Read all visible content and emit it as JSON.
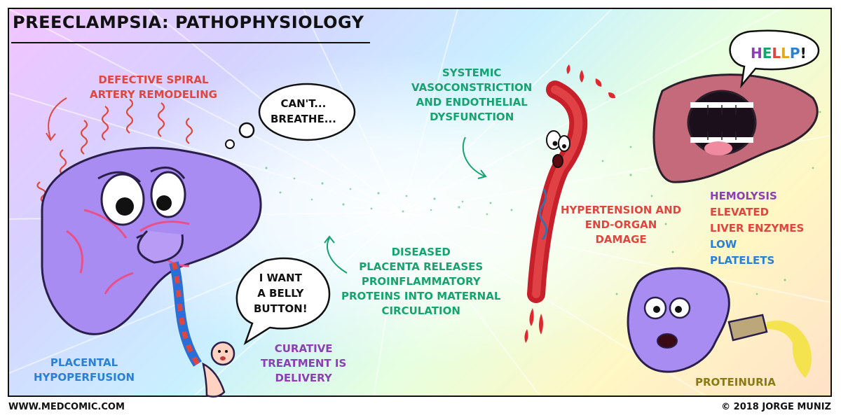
{
  "title": "PREECLAMPSIA: PATHOPHYSIOLOGY",
  "labels": {
    "spiral_artery": [
      "DEFECTIVE SPIRAL",
      "ARTERY REMODELING"
    ],
    "vasoconstriction": [
      "SYSTEMIC",
      "VASOCONSTRICTION",
      "AND ENDOTHELIAL",
      "DYSFUNCTION"
    ],
    "hypertension": [
      "HYPERTENSION AND",
      "END-ORGAN",
      "DAMAGE"
    ],
    "diseased_placenta": [
      "DISEASED",
      "PLACENTA RELEASES",
      "PROINFLAMMATORY",
      "PROTEINS INTO MATERNAL",
      "CIRCULATION"
    ],
    "curative": [
      "CURATIVE",
      "TREATMENT IS",
      "DELIVERY"
    ],
    "hypoperfusion": [
      "PLACENTAL",
      "HYPOPERFUSION"
    ],
    "proteinuria": "PROTEINURIA"
  },
  "bubbles": {
    "placenta_thought": [
      "CAN'T...",
      "BREATHE..."
    ],
    "baby_speech": [
      "I WANT",
      "A BELLY",
      "BUTTON!"
    ],
    "liver_shout": {
      "letters": [
        {
          "ch": "H",
          "color": "#8b3fb5"
        },
        {
          "ch": "E",
          "color": "#16a36e"
        },
        {
          "ch": "L",
          "color": "#e0463e"
        },
        {
          "ch": "L",
          "color": "#e0a81a"
        },
        {
          "ch": "P",
          "color": "#2a7fd6"
        },
        {
          "ch": "!",
          "color": "#111111"
        }
      ]
    }
  },
  "hellp": [
    {
      "initial": "H",
      "rest": "EMOLYSIS",
      "color": "#8b3fb5"
    },
    {
      "initial": "E",
      "rest": "LEVATED",
      "color": "#e0463e"
    },
    {
      "initial": "L",
      "rest": "IVER ENZYMES",
      "color": "#e0463e"
    },
    {
      "initial": "L",
      "rest": "OW",
      "color": "#2a7fd6"
    },
    {
      "initial": "P",
      "rest": "LATELETS",
      "color": "#2a7fd6"
    }
  ],
  "footer": {
    "left": "WWW.MEDCOMIC.COM",
    "right": "© 2018 JORGE MUNIZ"
  }
}
